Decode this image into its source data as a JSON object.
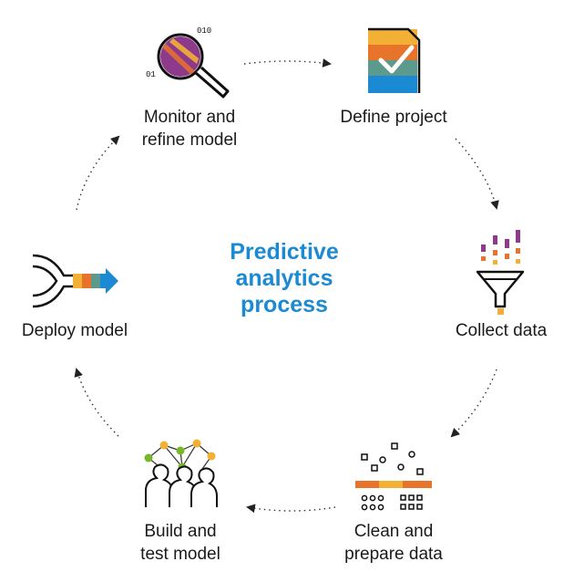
{
  "title_lines": [
    "Predictive",
    "analytics",
    "process"
  ],
  "steps": [
    {
      "icon": "magnifier-data-icon",
      "lines": [
        "Monitor and",
        "refine model"
      ]
    },
    {
      "icon": "checklist-document-icon",
      "lines": [
        "Define project"
      ]
    },
    {
      "icon": "data-funnel-icon",
      "lines": [
        "Collect data"
      ]
    },
    {
      "icon": "data-filter-icon",
      "lines": [
        "Clean and",
        "prepare data"
      ]
    },
    {
      "icon": "people-network-icon",
      "lines": [
        "Build and",
        "test model"
      ]
    },
    {
      "icon": "merge-arrow-icon",
      "lines": [
        "Deploy model"
      ]
    }
  ],
  "colors": {
    "title": "#1b8ad3",
    "yellow": "#f2b134",
    "orange": "#e8732a",
    "purple": "#8e3a8a",
    "teal": "#5c9a8e",
    "blue": "#1b8ad3",
    "green": "#76b82a"
  }
}
